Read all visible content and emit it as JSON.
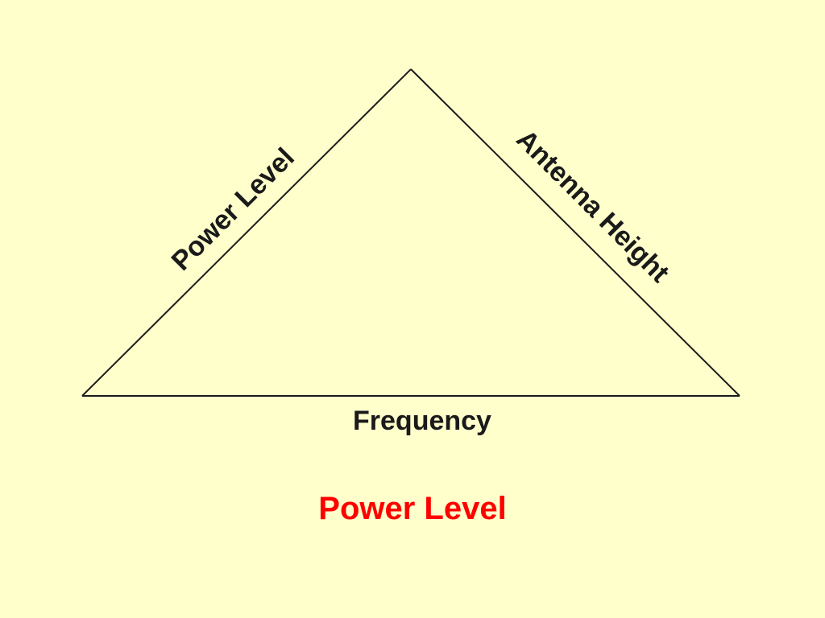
{
  "diagram": {
    "labels": {
      "left_side": "Power Level",
      "right_side": "Antenna Height",
      "base": "Frequency"
    }
  },
  "caption": {
    "text": "Power Level",
    "color": "#ff0000"
  },
  "colors": {
    "background": "#ffffcc",
    "lines": "#1a1a1a"
  }
}
